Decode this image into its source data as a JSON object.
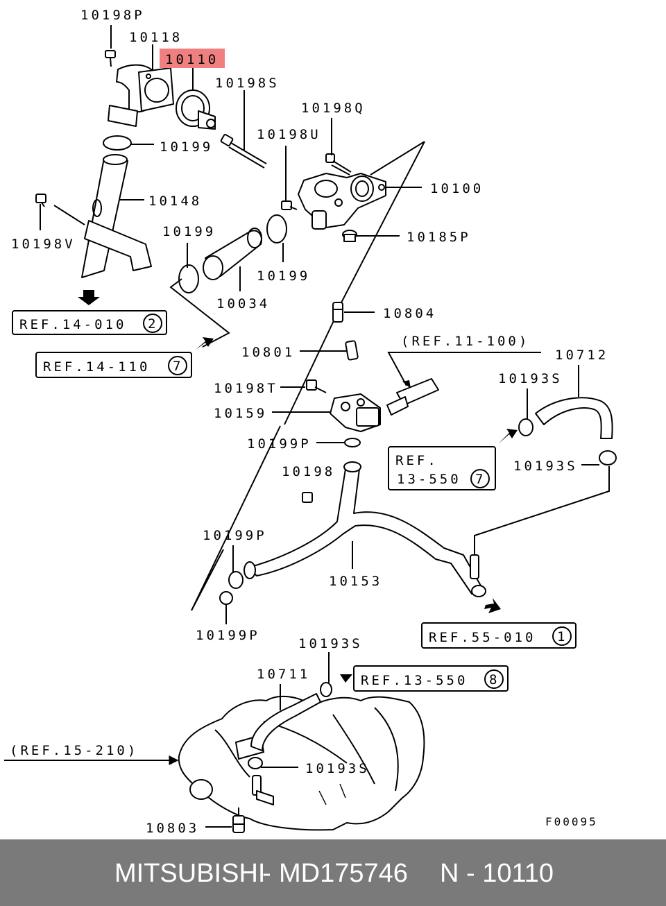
{
  "labels": {
    "p10198P": "10198P",
    "p10118": "10118",
    "p10110": "10110",
    "p10198S": "10198S",
    "p10198Q": "10198Q",
    "p10198U": "10198U",
    "p10199a": "10199",
    "p10148": "10148",
    "p10100": "10100",
    "p10198V": "10198V",
    "p10199b": "10199",
    "p10185P": "10185P",
    "p10199c": "10199",
    "p10034": "10034",
    "p10804": "10804",
    "p10801": "10801",
    "ref11_100": "(REF.11-100)",
    "p10712": "10712",
    "p10193Sa": "10193S",
    "p10198T": "10198T",
    "p10159": "10159",
    "p10199Pa": "10199P",
    "p10193Sb": "10193S",
    "p10198": "10198",
    "p10199Pb": "10199P",
    "p10153": "10153",
    "p10199Pc": "10199P",
    "p10193Sc": "10193S",
    "p10711": "10711",
    "ref15_210": "(REF.15-210)",
    "p10193Sd": "10193S",
    "p10803": "10803",
    "code": "F00095"
  },
  "refs": {
    "r14_010": {
      "text": "REF.14-010",
      "num": "2"
    },
    "r14_110": {
      "text": "REF.14-110",
      "num": "7"
    },
    "r13_550a": {
      "line1": "REF.",
      "line2": "13-550",
      "num": "7"
    },
    "r55_010": {
      "text": "REF.55-010",
      "num": "1"
    },
    "r13_550b": {
      "text": "REF.13-550",
      "num": "8"
    }
  },
  "highlight_color": "#f08080",
  "footer": {
    "brand": "MITSUBISHI",
    "sep": "-",
    "part_number": "MD175746",
    "ref": "N - 10110"
  }
}
